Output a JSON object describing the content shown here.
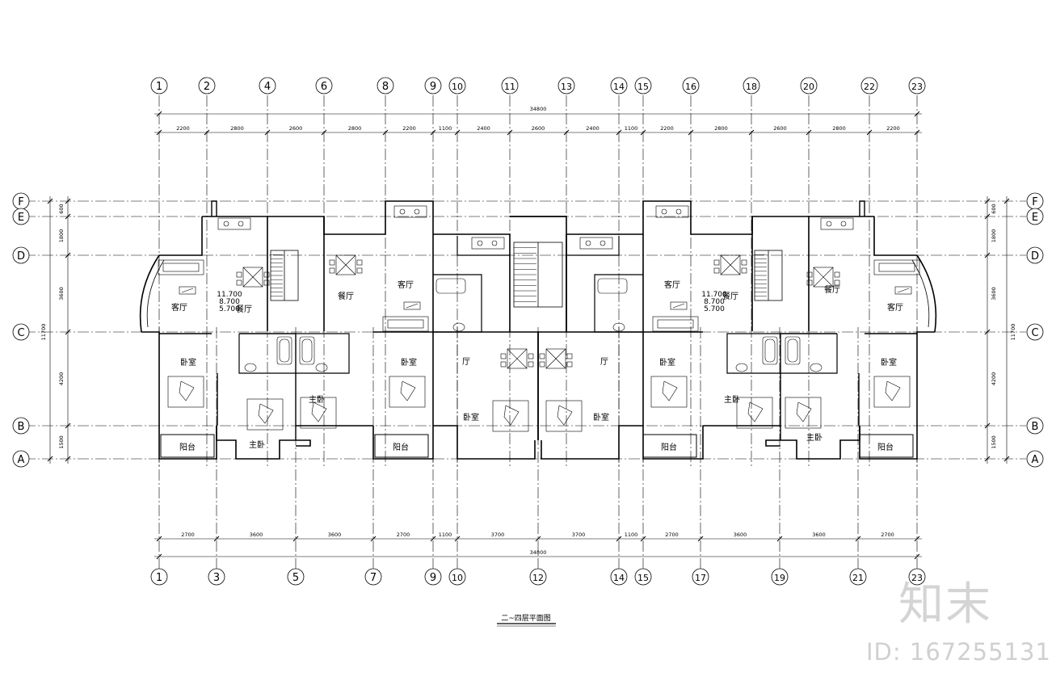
{
  "drawing": {
    "title": "二~四层平面图",
    "top_axes": [
      "1",
      "2",
      "4",
      "6",
      "8",
      "9",
      "10",
      "11",
      "13",
      "14",
      "15",
      "16",
      "18",
      "20",
      "22",
      "23"
    ],
    "bottom_axes": [
      "1",
      "3",
      "5",
      "7",
      "9",
      "10",
      "12",
      "14",
      "15",
      "17",
      "19",
      "21",
      "23"
    ],
    "row_axes": [
      "F",
      "E",
      "D",
      "C",
      "B",
      "A"
    ],
    "overall_top": "34800",
    "overall_bottom": "34800",
    "top_dims": [
      "2200",
      "2800",
      "2600",
      "2800",
      "2200",
      "1100",
      "2400",
      "2600",
      "2400",
      "1100",
      "2200",
      "2800",
      "2600",
      "2800",
      "2200"
    ],
    "bottom_dims": [
      "2700",
      "3600",
      "3600",
      "2700",
      "1100",
      "3700",
      "3700",
      "1100",
      "2700",
      "3600",
      "3600",
      "2700"
    ],
    "left_dims": [
      "600",
      "1800",
      "3600",
      "4200",
      "1500"
    ],
    "right_dims": [
      "600",
      "1800",
      "3600",
      "4200",
      "1500"
    ],
    "overall_side": "11700",
    "elevations": [
      "11.700",
      "8.700",
      "5.700"
    ],
    "rooms": {
      "living": "客厅",
      "dining": "餐厅",
      "bedroom": "卧室",
      "master": "主卧",
      "balcony": "阳台",
      "hall": "厅"
    }
  },
  "watermark": {
    "logo": "知末",
    "id": "ID: 167255131"
  }
}
